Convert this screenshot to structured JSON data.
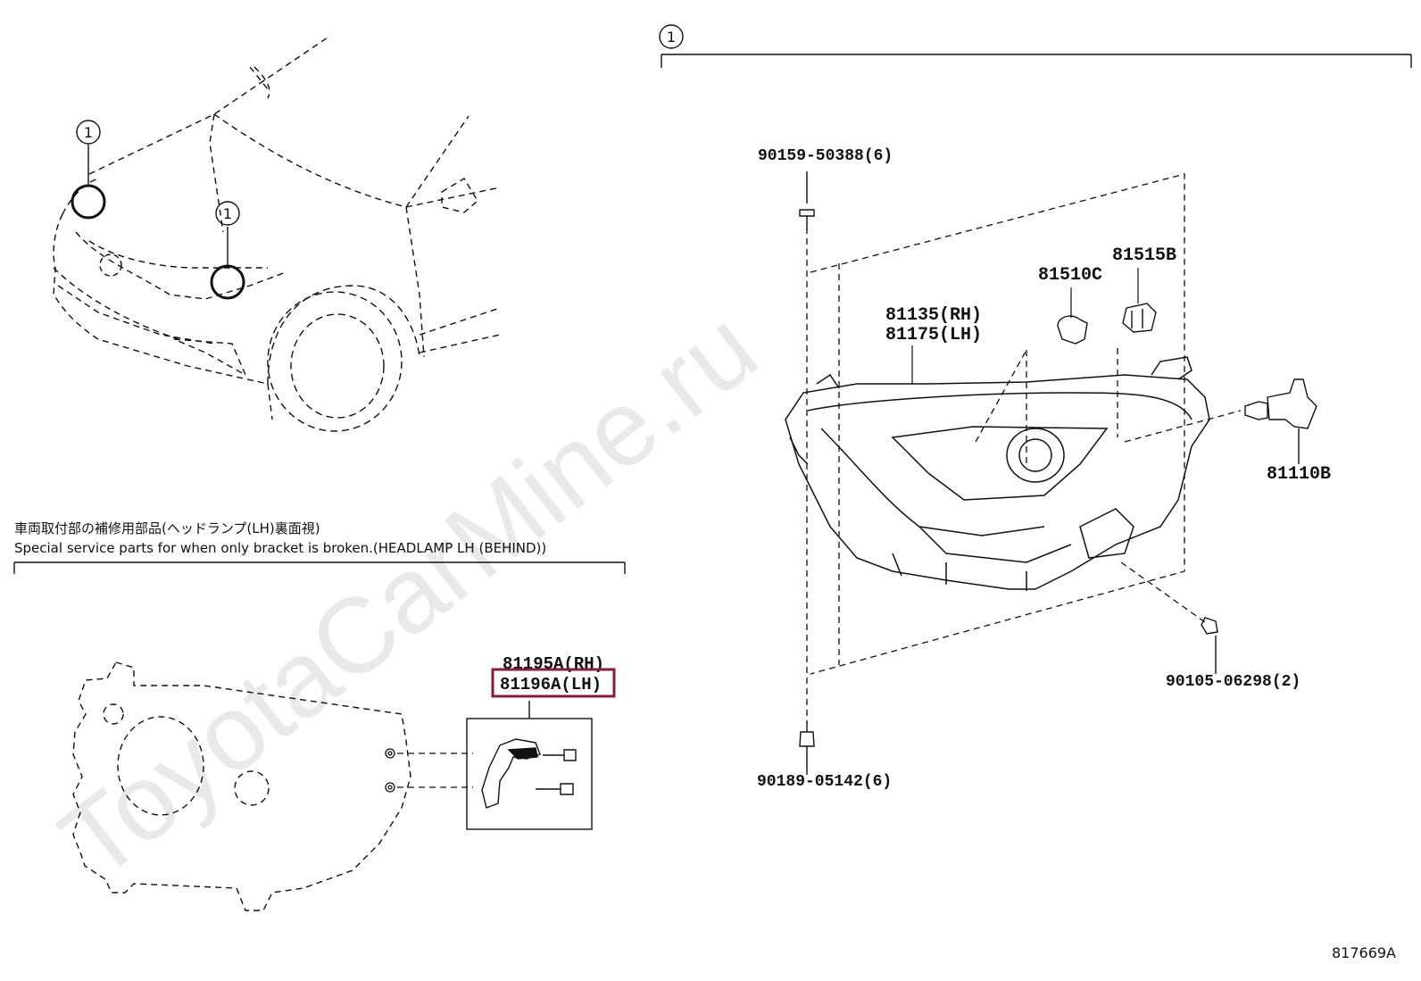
{
  "watermark": "ToyotaCarMine.ru",
  "diagram_id": "817669A",
  "callout_number": "1",
  "notes": {
    "jp_title": "車両取付部の補修用部品(ヘッドランプ(LH)裏面視)",
    "en_title": "Special service parts for when only bracket is broken.(HEADLAMP LH (BEHIND))"
  },
  "parts": {
    "bolt_top": "90159-50388(6)",
    "bolt_bottom": "90189-05142(6)",
    "screw_right": "90105-06298(2)",
    "bulb_81510c": "81510C",
    "socket_81515b": "81515B",
    "headlamp_rh": "81135(RH)",
    "headlamp_lh": "81175(LH)",
    "bulb_81110b": "81110B",
    "bracket_rh": "81195A(RH)",
    "bracket_lh": "81196A(LH)"
  },
  "colors": {
    "highlight_box": "#8b1a3a"
  }
}
